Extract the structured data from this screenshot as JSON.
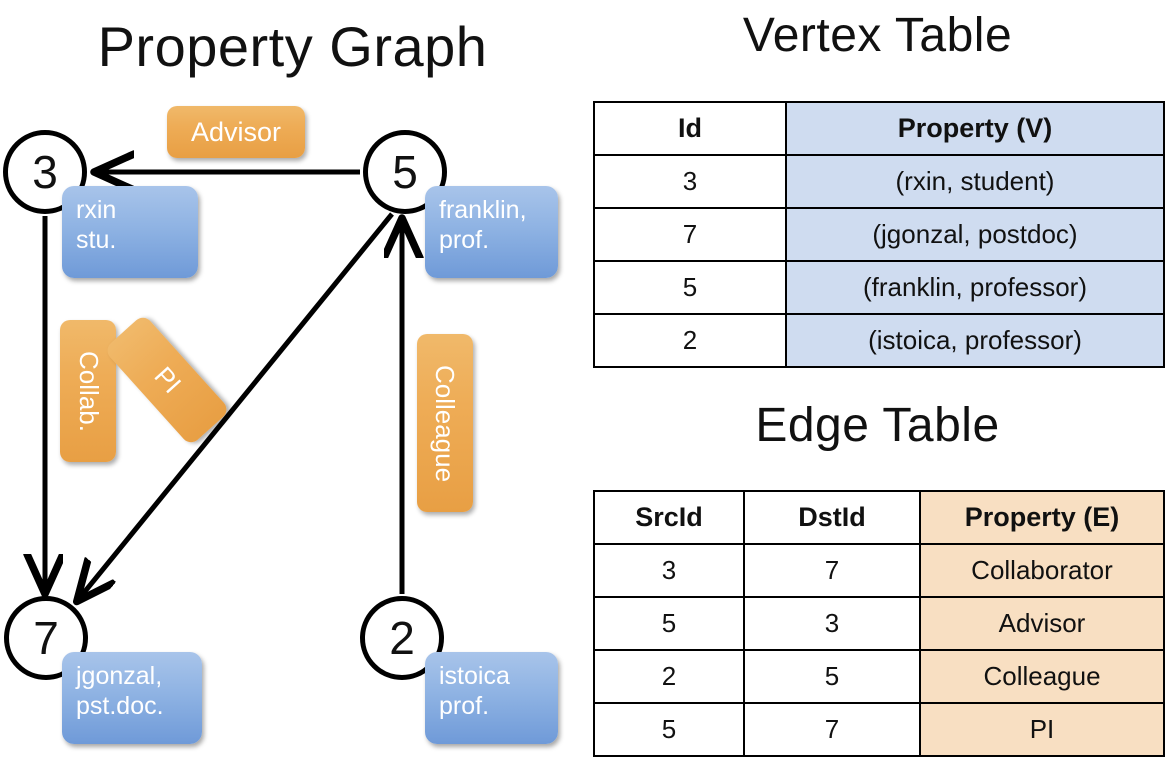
{
  "titles": {
    "property_graph": "Property Graph",
    "vertex_table": "Vertex Table",
    "edge_table": "Edge Table"
  },
  "colors": {
    "vertex_property_fill": "#cfdcf0",
    "edge_property_fill": "#f8dfc2",
    "node_property_box": "#8fb3e3",
    "edge_label_box": "#eeac56",
    "stroke": "#000000"
  },
  "graph": {
    "nodes": [
      {
        "id": "3",
        "property_text": "rxin\nstu.",
        "name": "rxin",
        "role": "stu."
      },
      {
        "id": "5",
        "property_text": "franklin,\nprof.",
        "name": "franklin,",
        "role": "prof."
      },
      {
        "id": "7",
        "property_text": "jgonzal,\npst.doc.",
        "name": "jgonzal,",
        "role": "pst.doc."
      },
      {
        "id": "2",
        "property_text": "istoica\nprof.",
        "name": "istoica",
        "role": "prof."
      }
    ],
    "edge_labels": [
      {
        "key": "advisor",
        "text": "Advisor",
        "src": "5",
        "dst": "3"
      },
      {
        "key": "collab",
        "text": "Collab.",
        "src": "3",
        "dst": "7"
      },
      {
        "key": "pi",
        "text": "PI",
        "src": "5",
        "dst": "7"
      },
      {
        "key": "colleague",
        "text": "Colleague",
        "src": "2",
        "dst": "5"
      }
    ]
  },
  "vertex_table": {
    "headers": [
      "Id",
      "Property (V)"
    ],
    "rows": [
      {
        "id": "3",
        "property": "(rxin, student)"
      },
      {
        "id": "7",
        "property": "(jgonzal, postdoc)"
      },
      {
        "id": "5",
        "property": "(franklin, professor)"
      },
      {
        "id": "2",
        "property": "(istoica, professor)"
      }
    ]
  },
  "edge_table": {
    "headers": [
      "SrcId",
      "DstId",
      "Property (E)"
    ],
    "rows": [
      {
        "src": "3",
        "dst": "7",
        "property": "Collaborator"
      },
      {
        "src": "5",
        "dst": "3",
        "property": "Advisor"
      },
      {
        "src": "2",
        "dst": "5",
        "property": "Colleague"
      },
      {
        "src": "5",
        "dst": "7",
        "property": "PI"
      }
    ]
  }
}
